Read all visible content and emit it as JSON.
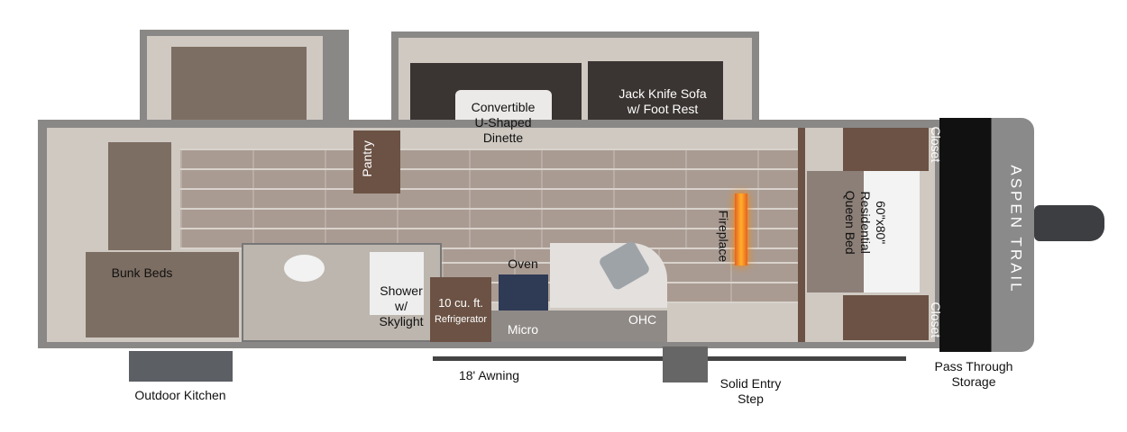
{
  "labels": {
    "dinette": [
      "Convertible",
      "U-Shaped",
      "Dinette"
    ],
    "sofa": [
      "Jack Knife Sofa",
      "w/ Foot Rest"
    ],
    "pantry": "Pantry",
    "closet_top": "Closet",
    "closet_bottom": "Closet",
    "fireplace": "Fireplace",
    "bed": [
      "60\"x80\"",
      "Residential",
      "Queen Bed"
    ],
    "bunk_beds": "Bunk Beds",
    "shower": [
      "Shower",
      "w/",
      "Skylight"
    ],
    "refrigerator": [
      "10 cu. ft.",
      "Refrigerator"
    ],
    "oven": "Oven",
    "micro": "Micro",
    "ohc": "OHC",
    "outdoor_kitchen": "Outdoor Kitchen",
    "awning": "18' Awning",
    "entry_step": [
      "Solid Entry",
      "Step"
    ],
    "pass_through": [
      "Pass Through",
      "Storage"
    ]
  },
  "logo": "ASPEN TRAIL",
  "colors": {
    "cap": "#111111",
    "fireplace": "#e8601c",
    "wood": "#6b5244"
  }
}
